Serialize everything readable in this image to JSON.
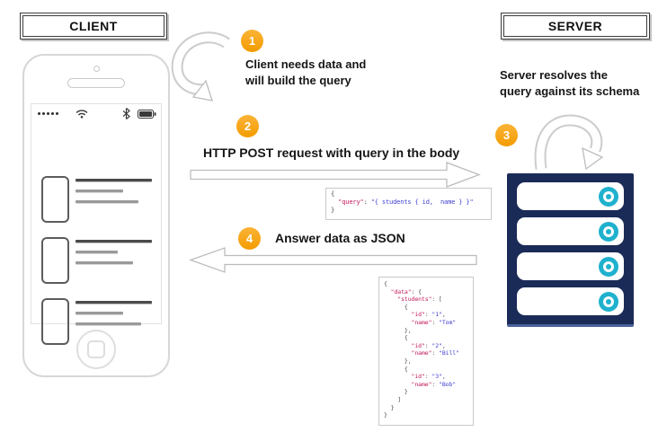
{
  "colors": {
    "accent_orange": "#FBB337",
    "accent_orange_dark": "#F39C00",
    "navy": "#1B2B58",
    "cyan": "#1FB1CE",
    "code_key": "#C2185B",
    "code_value": "#3F3FD1",
    "arrow_outline": "#BDBDBD",
    "wireframe_gray": "#D7D7D7"
  },
  "client": {
    "label": "CLIENT"
  },
  "server": {
    "label": "SERVER",
    "description_line1": "Server resolves the",
    "description_line2": "query against its schema",
    "slot_count": 4
  },
  "steps": {
    "step1": {
      "number": "1",
      "line1": "Client needs data and",
      "line2": "will build the query"
    },
    "step2": {
      "number": "2",
      "label": "HTTP POST request with query in the body"
    },
    "step3": {
      "number": "3"
    },
    "step4": {
      "number": "4",
      "label": "Answer data as JSON"
    }
  },
  "icons": {
    "signal": "signal-dots-icon",
    "wifi": "wifi-icon",
    "bluetooth": "bluetooth-icon",
    "battery": "battery-icon",
    "record": "record-icon",
    "loop": "loop-arrow-icon"
  },
  "code": {
    "query": {
      "lines": [
        [
          {
            "t": "{",
            "c": "p"
          }
        ],
        [
          {
            "t": "  ",
            "c": "p"
          },
          {
            "t": "\"query\"",
            "c": "k"
          },
          {
            "t": ": ",
            "c": "p"
          },
          {
            "t": "\"{ students { id,  name } }\"",
            "c": "v"
          }
        ],
        [
          {
            "t": "}",
            "c": "p"
          }
        ]
      ]
    },
    "response": {
      "lines": [
        [
          {
            "t": "{",
            "c": "p"
          }
        ],
        [
          {
            "t": "  ",
            "c": "p"
          },
          {
            "t": "\"data\"",
            "c": "k"
          },
          {
            "t": ": {",
            "c": "p"
          }
        ],
        [
          {
            "t": "    ",
            "c": "p"
          },
          {
            "t": "\"students\"",
            "c": "k"
          },
          {
            "t": ": [",
            "c": "p"
          }
        ],
        [
          {
            "t": "      {",
            "c": "p"
          }
        ],
        [
          {
            "t": "        ",
            "c": "p"
          },
          {
            "t": "\"id\"",
            "c": "k"
          },
          {
            "t": ": ",
            "c": "p"
          },
          {
            "t": "\"1\"",
            "c": "v"
          },
          {
            "t": ",",
            "c": "p"
          }
        ],
        [
          {
            "t": "        ",
            "c": "p"
          },
          {
            "t": "\"name\"",
            "c": "k"
          },
          {
            "t": ": ",
            "c": "p"
          },
          {
            "t": "\"Tom\"",
            "c": "v"
          }
        ],
        [
          {
            "t": "      },",
            "c": "p"
          }
        ],
        [
          {
            "t": "      {",
            "c": "p"
          }
        ],
        [
          {
            "t": "        ",
            "c": "p"
          },
          {
            "t": "\"id\"",
            "c": "k"
          },
          {
            "t": ": ",
            "c": "p"
          },
          {
            "t": "\"2\"",
            "c": "v"
          },
          {
            "t": ",",
            "c": "p"
          }
        ],
        [
          {
            "t": "        ",
            "c": "p"
          },
          {
            "t": "\"name\"",
            "c": "k"
          },
          {
            "t": ": ",
            "c": "p"
          },
          {
            "t": "\"Bill\"",
            "c": "v"
          }
        ],
        [
          {
            "t": "      },",
            "c": "p"
          }
        ],
        [
          {
            "t": "      {",
            "c": "p"
          }
        ],
        [
          {
            "t": "        ",
            "c": "p"
          },
          {
            "t": "\"id\"",
            "c": "k"
          },
          {
            "t": ": ",
            "c": "p"
          },
          {
            "t": "\"3\"",
            "c": "v"
          },
          {
            "t": ",",
            "c": "p"
          }
        ],
        [
          {
            "t": "        ",
            "c": "p"
          },
          {
            "t": "\"name\"",
            "c": "k"
          },
          {
            "t": ": ",
            "c": "p"
          },
          {
            "t": "\"Bob\"",
            "c": "v"
          }
        ],
        [
          {
            "t": "      }",
            "c": "p"
          }
        ],
        [
          {
            "t": "    ]",
            "c": "p"
          }
        ],
        [
          {
            "t": "  }",
            "c": "p"
          }
        ],
        [
          {
            "t": "}",
            "c": "p"
          }
        ]
      ]
    }
  }
}
